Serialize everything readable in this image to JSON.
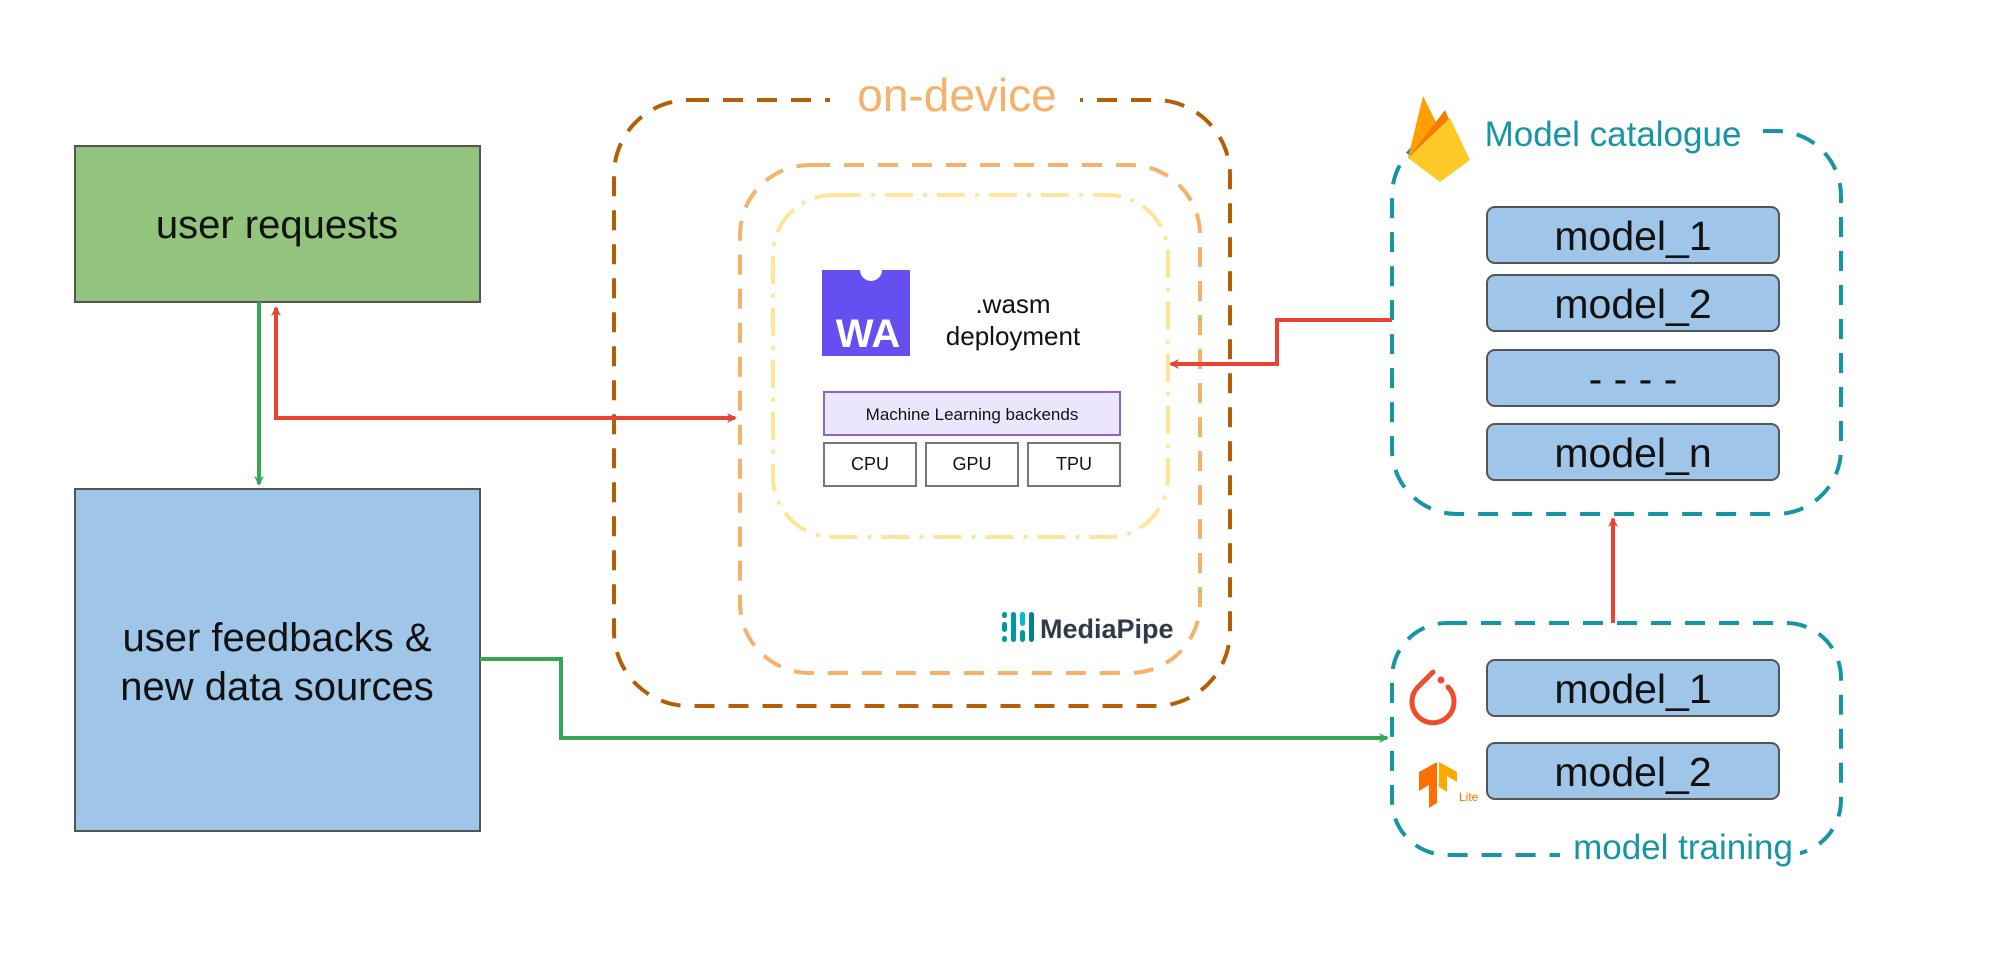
{
  "labels": {
    "on_device": "on-device",
    "model_catalogue": "Model catalogue",
    "model_training": "model training",
    "wasm_line1": ".wasm",
    "wasm_line2": "deployment",
    "wa_logo": "WA",
    "ml_backends": "Machine Learning backends",
    "mediapipe": "MediaPipe",
    "tflite_badge": "Lite"
  },
  "boxes": {
    "user_requests": "user requests",
    "user_feedbacks_line1": "user feedbacks &",
    "user_feedbacks_line2": "new data sources"
  },
  "backends": [
    "CPU",
    "GPU",
    "TPU"
  ],
  "catalogue_models": [
    "model_1",
    "model_2",
    "- - - -",
    "model_n"
  ],
  "training_models": [
    "model_1",
    "model_2"
  ],
  "icons": [
    "firebase-icon",
    "webassembly-icon",
    "mediapipe-icon",
    "pytorch-icon",
    "tensorflow-lite-icon"
  ],
  "colors": {
    "green_box": "#93c47d",
    "blue_box": "#9fc5e8",
    "green_arrow": "#34a853",
    "red_arrow": "#ea4335",
    "on_device_border": "#b45f06",
    "mediapipe_border": "#f6b26b",
    "wasm_border": "#ffe599",
    "on_device_label": "#f6b26b",
    "teal": "#1696a4",
    "wasm_purple": "#654ff0",
    "ml_backends_fill": "#ece6fd",
    "ml_backends_border": "#8e63ce"
  }
}
